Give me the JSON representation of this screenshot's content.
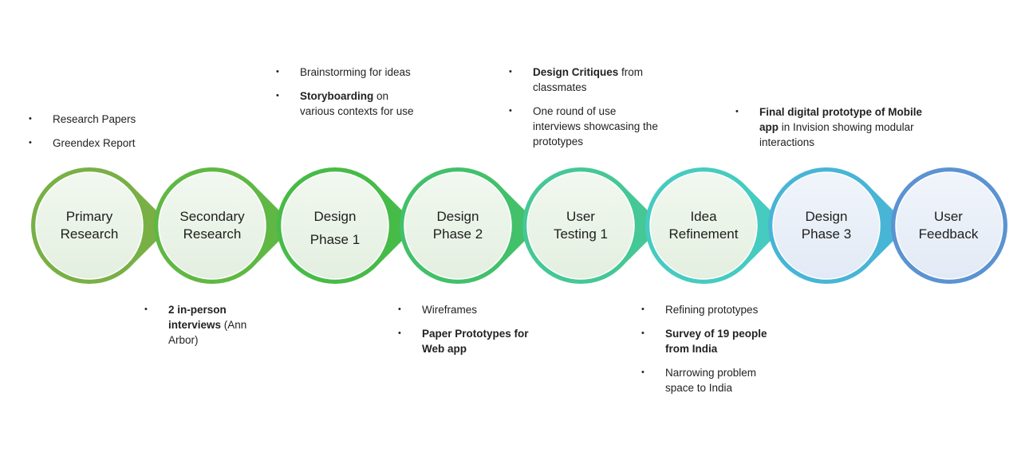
{
  "colors": {
    "stage_1": "#79b046",
    "stage_2": "#5fb843",
    "stage_3": "#47bb47",
    "stage_4": "#42c06a",
    "stage_5": "#45c796",
    "stage_6": "#46cbc0",
    "stage_7": "#48b5d6",
    "stage_8": "#5b93d2"
  },
  "stages": [
    {
      "line1": "Primary",
      "line2": "Research"
    },
    {
      "line1": "Secondary",
      "line2": "Research"
    },
    {
      "line1": "Design",
      "line2": "Phase 1"
    },
    {
      "line1": "Design",
      "line2": "Phase 2"
    },
    {
      "line1": "User",
      "line2": "Testing 1"
    },
    {
      "line1": "Idea",
      "line2": "Refinement"
    },
    {
      "line1": "Design",
      "line2": "Phase 3"
    },
    {
      "line1": "User",
      "line2": "Feedback"
    }
  ],
  "notes": {
    "primary_research": [
      {
        "bold": "",
        "text": "Research Papers"
      },
      {
        "bold": "",
        "text": "Greendex Report"
      }
    ],
    "secondary_research": [
      {
        "bold": "2 in-person interviews",
        "text": " (Ann Arbor)"
      }
    ],
    "design_phase_1": [
      {
        "bold": "",
        "text": "Brainstorming for ideas"
      },
      {
        "bold": "Storyboarding",
        "text": " on various contexts for use"
      }
    ],
    "design_phase_2": [
      {
        "bold": "",
        "text": "Wireframes"
      },
      {
        "bold": "Paper Prototypes for Web app",
        "text": ""
      }
    ],
    "user_testing_1": [
      {
        "bold": "Design Critiques",
        "text": " from classmates"
      },
      {
        "bold": "",
        "text": "One round of use interviews showcasing the prototypes"
      }
    ],
    "idea_refinement": [
      {
        "bold": "",
        "text": "Refining prototypes"
      },
      {
        "bold": "Survey of 19 people from India",
        "text": ""
      },
      {
        "bold": "",
        "text": "Narrowing problem space to India"
      }
    ],
    "design_phase_3": [
      {
        "bold": "Final digital prototype of Mobile app",
        "text": " in Invision showing modular interactions"
      }
    ]
  }
}
